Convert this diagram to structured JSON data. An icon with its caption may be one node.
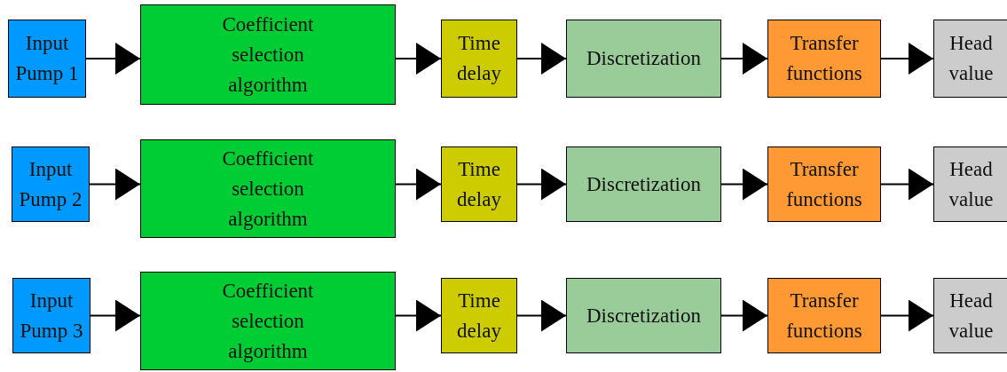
{
  "diagram": {
    "nodes": [
      {
        "text": [
          "Input Pump 1"
        ]
      },
      {
        "text": [
          "Coefficient selection algorithm"
        ]
      },
      {
        "text": [
          "Time delay"
        ]
      },
      {
        "text": [
          "Discretization"
        ]
      },
      {
        "text": [
          "Transfer functions"
        ]
      },
      {
        "text": [
          "Head value"
        ]
      },
      {
        "text": [
          "Input Pump 2"
        ]
      },
      {
        "text": [
          "Coefficient selection algorithm"
        ]
      },
      {
        "text": [
          "Time delay"
        ]
      },
      {
        "text": [
          "Discretization"
        ]
      },
      {
        "text": [
          "Transfer functions"
        ]
      },
      {
        "text": [
          "Head value"
        ]
      },
      {
        "text": [
          "Input Pump 3"
        ]
      },
      {
        "text": [
          "Coefficient selection algorithm"
        ]
      },
      {
        "text": [
          "Time delay"
        ]
      },
      {
        "text": [
          "Discretization"
        ]
      },
      {
        "text": [
          "Transfer functions"
        ]
      },
      {
        "text": [
          "Head value"
        ]
      }
    ],
    "edges": [
      {
        "from": 0,
        "to": 1,
        "arrow": "to"
      },
      {
        "from": 1,
        "to": 2,
        "arrow": "to"
      },
      {
        "from": 2,
        "to": 3,
        "arrow": "to"
      },
      {
        "from": 3,
        "to": 4,
        "arrow": "to"
      },
      {
        "from": 4,
        "to": 5,
        "arrow": "to"
      },
      {
        "from": 6,
        "to": 7,
        "arrow": "to"
      },
      {
        "from": 7,
        "to": 8,
        "arrow": "to"
      },
      {
        "from": 8,
        "to": 9,
        "arrow": "to"
      },
      {
        "from": 9,
        "to": 10,
        "arrow": "to"
      },
      {
        "from": 10,
        "to": 11,
        "arrow": "to"
      },
      {
        "from": 12,
        "to": 13,
        "arrow": "to"
      },
      {
        "from": 13,
        "to": 14,
        "arrow": "to"
      },
      {
        "from": 14,
        "to": 15,
        "arrow": "to"
      },
      {
        "from": 15,
        "to": 16,
        "arrow": "to"
      },
      {
        "from": 16,
        "to": 17,
        "arrow": "to"
      }
    ]
  }
}
